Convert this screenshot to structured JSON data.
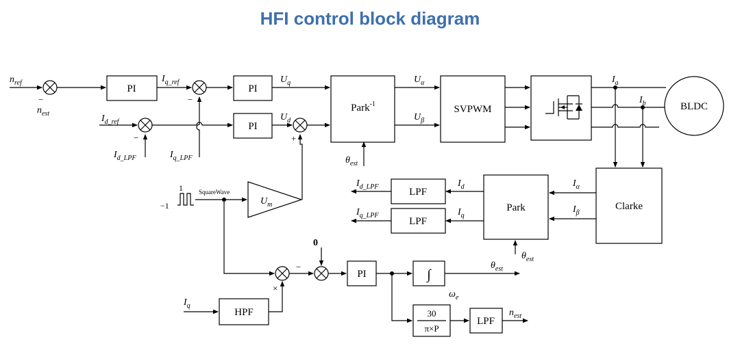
{
  "title": "HFI control block diagram",
  "blocks": {
    "pi_speed": "PI",
    "pi_q": "PI",
    "pi_d": "PI",
    "park_inv": "Park",
    "park_inv_sup": "-1",
    "svpwm": "SVPWM",
    "bldc": "BLDC",
    "clarke": "Clarke",
    "park": "Park",
    "lpf_d": "LPF",
    "lpf_q": "LPF",
    "um": "U",
    "um_sub": "m",
    "pi_pll": "PI",
    "integrator": "∫",
    "hpf": "HPF",
    "gain_num": "30",
    "gain_den": "π×P",
    "lpf_n": "LPF"
  },
  "signals": {
    "n_ref": {
      "base": "n",
      "sub": "ref"
    },
    "n_est": {
      "base": "n",
      "sub": "est"
    },
    "iq_ref": {
      "base": "I",
      "sub": "q_ref"
    },
    "id_ref": {
      "base": "I",
      "sub": "d_ref"
    },
    "id_lpf": {
      "base": "I",
      "sub": "d_LPF"
    },
    "iq_lpf": {
      "base": "I",
      "sub": "q_LPF"
    },
    "uq": {
      "base": "U",
      "sub": "q"
    },
    "ud": {
      "base": "U",
      "sub": "d"
    },
    "ualpha": {
      "base": "U",
      "sub": "α"
    },
    "ubeta": {
      "base": "U",
      "sub": "β"
    },
    "theta_est": {
      "base": "θ",
      "sub": "est"
    },
    "ia": {
      "base": "I",
      "sub": "a"
    },
    "ib": {
      "base": "I",
      "sub": "b"
    },
    "ialpha": {
      "base": "I",
      "sub": "α"
    },
    "ibeta": {
      "base": "I",
      "sub": "β"
    },
    "id": {
      "base": "I",
      "sub": "d"
    },
    "iq": {
      "base": "I",
      "sub": "q"
    },
    "id_lpf_out": {
      "base": "I",
      "sub": "d_LPF"
    },
    "iq_lpf_out": {
      "base": "I",
      "sub": "q_LPF"
    },
    "iq_hpf_in": {
      "base": "I",
      "sub": "q"
    },
    "omega_e": {
      "base": "ω",
      "sub": "e"
    },
    "theta_out": {
      "base": "θ",
      "sub": "est"
    },
    "n_est_out": {
      "base": "n",
      "sub": "est"
    },
    "theta_park": {
      "base": "θ",
      "sub": "est"
    }
  },
  "square_wave": {
    "label": "SquareWave",
    "high": "1",
    "low": "−1"
  },
  "zero_input": "0",
  "signs": {
    "minus": "−",
    "plus": "+",
    "times": "×"
  }
}
